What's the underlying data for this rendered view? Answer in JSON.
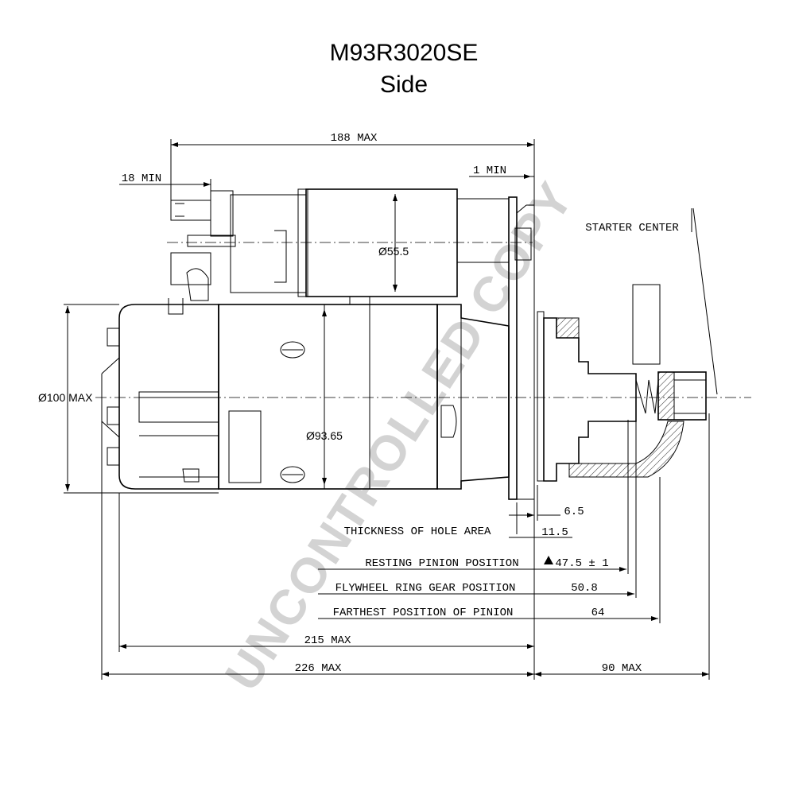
{
  "title": "M93R3020SE",
  "subtitle": "Side",
  "watermark": "UNCONTROLLED COPY",
  "labels": {
    "starter_center": "STARTER CENTER",
    "thickness_hole_area": "THICKNESS OF HOLE AREA",
    "resting_pinion": "RESTING PINION POSITION",
    "flywheel_ring_gear": "FLYWHEEL RING GEAR POSITION",
    "farthest_pinion": "FARTHEST POSITION OF  PINION"
  },
  "dimensions": {
    "overall_188": "188 MAX",
    "min_18": "18 MIN",
    "min_1": "1 MIN",
    "dia_55": "Ø55.5",
    "dia_100": "Ø100 MAX",
    "dia_93": "Ø93.65",
    "v_6_5": "6.5",
    "v_11_5": "11.5",
    "v_47_5": "47.5 ± 1",
    "v_50_8": "50.8",
    "v_64": "64",
    "max_215": "215 MAX",
    "max_226": "226 MAX",
    "max_90": "90 MAX"
  },
  "colors": {
    "line": "#000000",
    "watermark": "#d3d3d3",
    "background": "#ffffff"
  }
}
